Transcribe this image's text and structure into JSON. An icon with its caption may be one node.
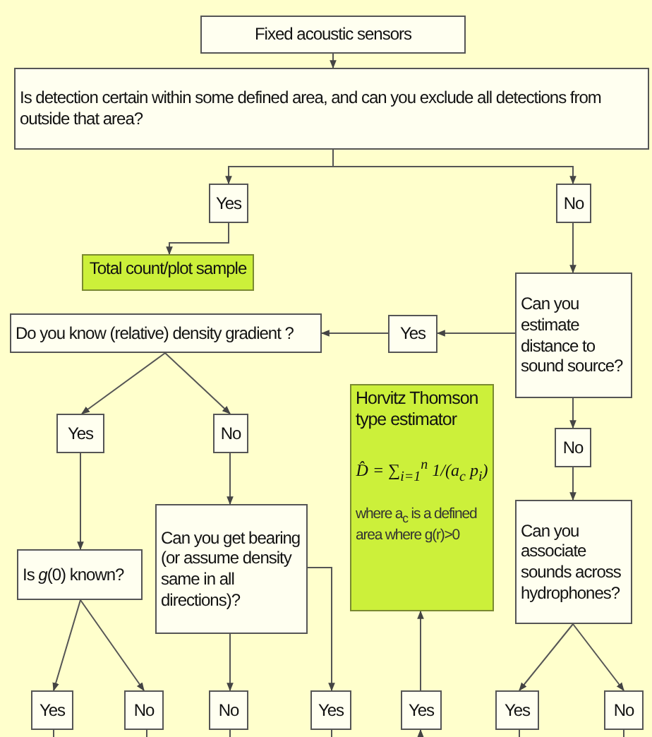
{
  "diagram": {
    "nodes": [
      {
        "text": [
          "Fixed acoustic sensors"
        ]
      },
      {
        "text": [
          "Is detection certain within some defined area, and can you exclude all detections from outside that area?"
        ]
      },
      {
        "text": [
          "Yes"
        ]
      },
      {
        "text": [
          "No"
        ]
      },
      {
        "text": [
          "Total count/plot sample"
        ]
      },
      {
        "text": [
          "Can you estimate distance to sound source?"
        ]
      },
      {
        "text": [
          "Yes"
        ]
      },
      {
        "text": [
          "Do you know (relative) density gradient ?"
        ]
      },
      {
        "text": [
          "Yes"
        ]
      },
      {
        "text": [
          "No"
        ]
      },
      {
        "text": [
          "Horvitz Thomson type estimator",
          "D̂ = ∑$_{i=1}$$^{n}$ 1/(a$_{c}$ p$_{i}$)",
          "where a$_{c}$ is a defined area where g(r)>0"
        ]
      },
      {
        "text": [
          "No"
        ]
      },
      {
        "text": [
          "Is *g*(0) known?"
        ]
      },
      {
        "text": [
          "Can you get bearing (or assume density same in all directions)?"
        ]
      },
      {
        "text": [
          "Can you associate sounds across hydrophones?"
        ]
      },
      {
        "text": [
          "Yes"
        ]
      },
      {
        "text": [
          "No"
        ]
      },
      {
        "text": [
          "No"
        ]
      },
      {
        "text": [
          "Yes"
        ]
      },
      {
        "text": [
          "Yes"
        ]
      },
      {
        "text": [
          "Yes"
        ]
      },
      {
        "text": [
          "No"
        ]
      }
    ],
    "edges": [
      {
        "from": 0,
        "to": 1,
        "arrow": "to"
      },
      {
        "from": 1,
        "to": 2,
        "arrow": "to"
      },
      {
        "from": 1,
        "to": 3,
        "arrow": "to"
      },
      {
        "from": 2,
        "to": 4,
        "arrow": "to"
      },
      {
        "from": 3,
        "to": 5,
        "arrow": "to"
      },
      {
        "from": 5,
        "to": 6,
        "arrow": "to"
      },
      {
        "from": 6,
        "to": 7,
        "arrow": "to"
      },
      {
        "from": 7,
        "to": 8,
        "arrow": "to"
      },
      {
        "from": 7,
        "to": 9,
        "arrow": "to"
      },
      {
        "from": 9,
        "to": 13,
        "arrow": "to"
      },
      {
        "from": 5,
        "to": 11,
        "arrow": "to"
      },
      {
        "from": 11,
        "to": 14,
        "arrow": "to"
      },
      {
        "from": 8,
        "to": 12,
        "arrow": "to"
      },
      {
        "from": 12,
        "to": 15,
        "arrow": "to"
      },
      {
        "from": 12,
        "to": 16,
        "arrow": "to"
      },
      {
        "from": 13,
        "to": 17,
        "arrow": "to"
      },
      {
        "from": 13,
        "to": 18,
        "arrow": "to"
      },
      {
        "from": 19,
        "to": 10,
        "arrow": "to"
      },
      {
        "from": 14,
        "to": 20,
        "arrow": "to"
      },
      {
        "from": 14,
        "to": 21,
        "arrow": "to"
      },
      {
        "from": 15,
        "to": null,
        "arrow": "none"
      },
      {
        "from": 16,
        "to": null,
        "arrow": "none"
      },
      {
        "from": 17,
        "to": null,
        "arrow": "none"
      },
      {
        "from": 18,
        "to": null,
        "arrow": "none"
      },
      {
        "from": null,
        "to": 19,
        "arrow": "to"
      },
      {
        "from": 20,
        "to": null,
        "arrow": "none"
      },
      {
        "from": 21,
        "to": null,
        "arrow": "none"
      }
    ]
  }
}
